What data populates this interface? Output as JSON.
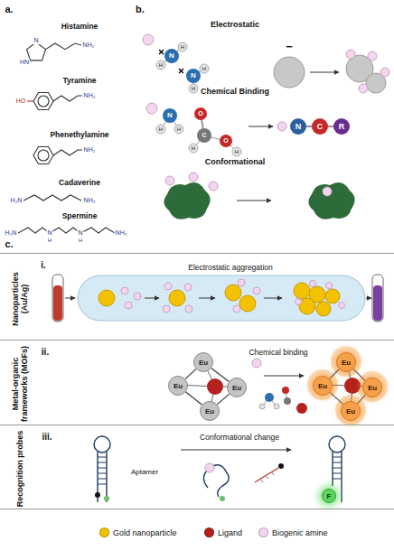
{
  "diagram": {
    "nodes": [
      {
        "text": [
          "N"
        ]
      },
      {
        "text": [
          "C"
        ]
      },
      {
        "text": [
          "R"
        ]
      },
      {
        "text": [
          "i.",
          "Nanoparticles (Au/Ag)",
          "Electrostatic aggregation"
        ]
      },
      {
        "text": [
          "ii.",
          "Metal-organic frameworks (MOFs)",
          "Chemical binding"
        ]
      },
      {
        "text": [
          "Eu"
        ],
        "in": 4
      },
      {
        "text": [
          "Eu"
        ],
        "in": 4
      },
      {
        "text": [
          "Eu"
        ],
        "in": 4
      },
      {
        "text": [
          "Eu"
        ],
        "in": 4
      },
      {
        "text": [
          "Eu"
        ],
        "in": 4
      },
      {
        "text": [
          "Eu"
        ],
        "in": 4
      },
      {
        "text": [
          "Eu"
        ],
        "in": 4
      },
      {
        "text": [
          "Eu"
        ],
        "in": 4
      },
      {
        "text": [
          "iii.",
          "Recognition probes",
          "Conformational change",
          "Aptamer"
        ]
      },
      {
        "text": [
          "F"
        ],
        "in": 13
      }
    ],
    "edges": [
      {
        "from": 0,
        "to": 1,
        "arrow": "none"
      },
      {
        "from": 1,
        "to": 2,
        "arrow": "none"
      },
      {
        "from": 5,
        "to": 6,
        "arrow": "none"
      },
      {
        "from": 5,
        "to": 7,
        "arrow": "none"
      },
      {
        "from": 6,
        "to": 8,
        "arrow": "none"
      },
      {
        "from": 7,
        "to": 8,
        "arrow": "none"
      },
      {
        "from": 9,
        "to": 10,
        "arrow": "none"
      },
      {
        "from": 9,
        "to": 11,
        "arrow": "none"
      },
      {
        "from": 10,
        "to": 12,
        "arrow": "none"
      },
      {
        "from": 11,
        "to": 12,
        "arrow": "none"
      }
    ],
    "labels": [
      "a.",
      "Histamine",
      "HN",
      "N",
      "NH₂",
      "Tyramine",
      "HO",
      "NH₂",
      "Phenethylamine",
      "NH₂",
      "Cadaverine",
      "H₂N",
      "NH₂",
      "Spermine",
      "H₂N",
      "N",
      "H",
      "N",
      "H",
      "NH₂",
      "b.",
      "Electrostatic",
      "−",
      "N",
      "N",
      "H",
      "H",
      "H",
      "H",
      "Chemical Binding",
      "N",
      "H",
      "H",
      "O",
      "C",
      "O",
      "H",
      "H",
      "Conformational",
      "c."
    ],
    "legend": [
      {
        "text": "Gold nanoparticle",
        "color": "#f2c200"
      },
      {
        "text": "Ligand",
        "color": "#b5211d"
      },
      {
        "text": "Biogenic amine",
        "color": "#f3d6ee"
      }
    ]
  }
}
